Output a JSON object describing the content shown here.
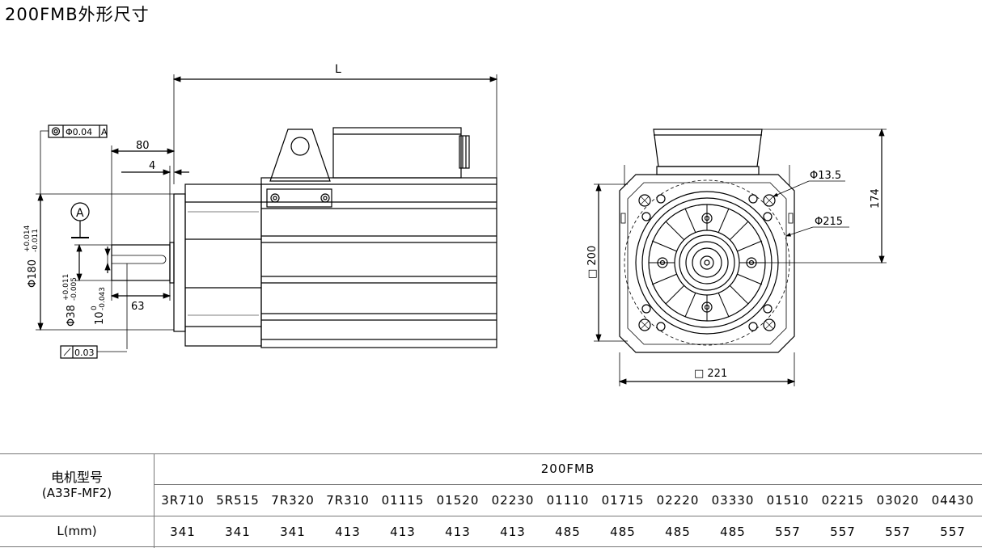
{
  "title": "200FMB外形尺寸",
  "side_view": {
    "length_label": "L",
    "dim_flange_span": "80",
    "dim_flange_step": "4",
    "dim_shaft_length": "63",
    "tol_concentricity": "Φ0.04",
    "datum_ref": "A",
    "datum_label": "A",
    "tol_runout": "0.03",
    "dim_pilot_dia": "Φ180",
    "dim_pilot_tol_upper": "+0.014",
    "dim_pilot_tol_lower": "-0.011",
    "dim_shaft_dia": "Φ38",
    "dim_shaft_tol_upper": "+0.011",
    "dim_shaft_tol_lower": "-0.005",
    "dim_key_width": "10",
    "dim_key_tol_upper": "0",
    "dim_key_tol_lower": "-0.043"
  },
  "front_view": {
    "dim_hole_dia": "Φ13.5",
    "dim_pcd": "Φ215",
    "dim_height_174": "174",
    "dim_square_200": "□ 200",
    "dim_square_221": "□ 221"
  },
  "table": {
    "model_header": "电机型号",
    "model_sub": "(A33F-MF2)",
    "series_name": "200FMB",
    "length_header": "L(mm)",
    "models": [
      "3R710",
      "5R515",
      "7R320",
      "7R310",
      "01115",
      "01520",
      "02230",
      "01110",
      "01715",
      "02220",
      "03330",
      "01510",
      "02215",
      "03020",
      "04430"
    ],
    "lengths": [
      "341",
      "341",
      "341",
      "413",
      "413",
      "413",
      "413",
      "485",
      "485",
      "485",
      "485",
      "557",
      "557",
      "557",
      "557"
    ]
  }
}
